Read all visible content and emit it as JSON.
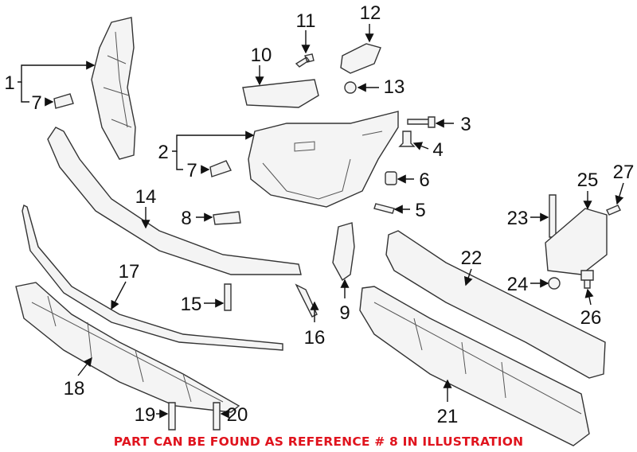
{
  "diagram": {
    "labels": {
      "l1": "1",
      "l7a": "7",
      "l2": "2",
      "l7b": "7",
      "l8": "8",
      "l10": "10",
      "l11": "11",
      "l12": "12",
      "l13": "13",
      "l3": "3",
      "l4": "4",
      "l6": "6",
      "l5": "5",
      "l14": "14",
      "l17": "17",
      "l15": "15",
      "l16": "16",
      "l9": "9",
      "l18": "18",
      "l19": "19",
      "l20": "20",
      "l21": "21",
      "l22": "22",
      "l23": "23",
      "l25": "25",
      "l27": "27",
      "l24": "24",
      "l26": "26"
    },
    "note": "PART CAN BE FOUND AS REFERENCE # 8 IN ILLUSTRATION",
    "note_color": "#e0141e"
  }
}
